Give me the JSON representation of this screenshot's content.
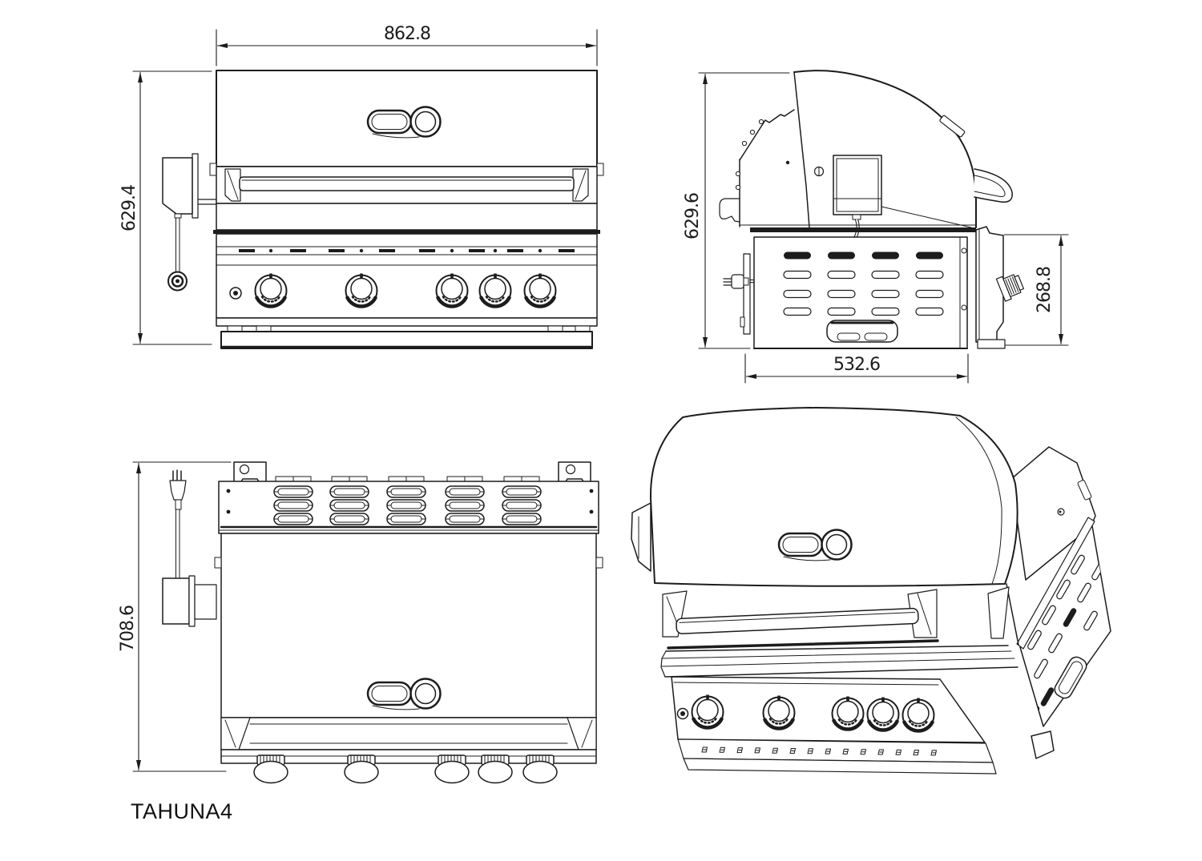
{
  "drawing": {
    "model_label": "TAHUNA4",
    "background": "#ffffff",
    "line_color": "#1c1c1c",
    "dimensions": {
      "front_width": "862.8",
      "front_height": "629.4",
      "side_height": "629.6",
      "side_panel_height": "268.8",
      "side_base_depth": "532.6",
      "back_height": "708.6"
    }
  }
}
